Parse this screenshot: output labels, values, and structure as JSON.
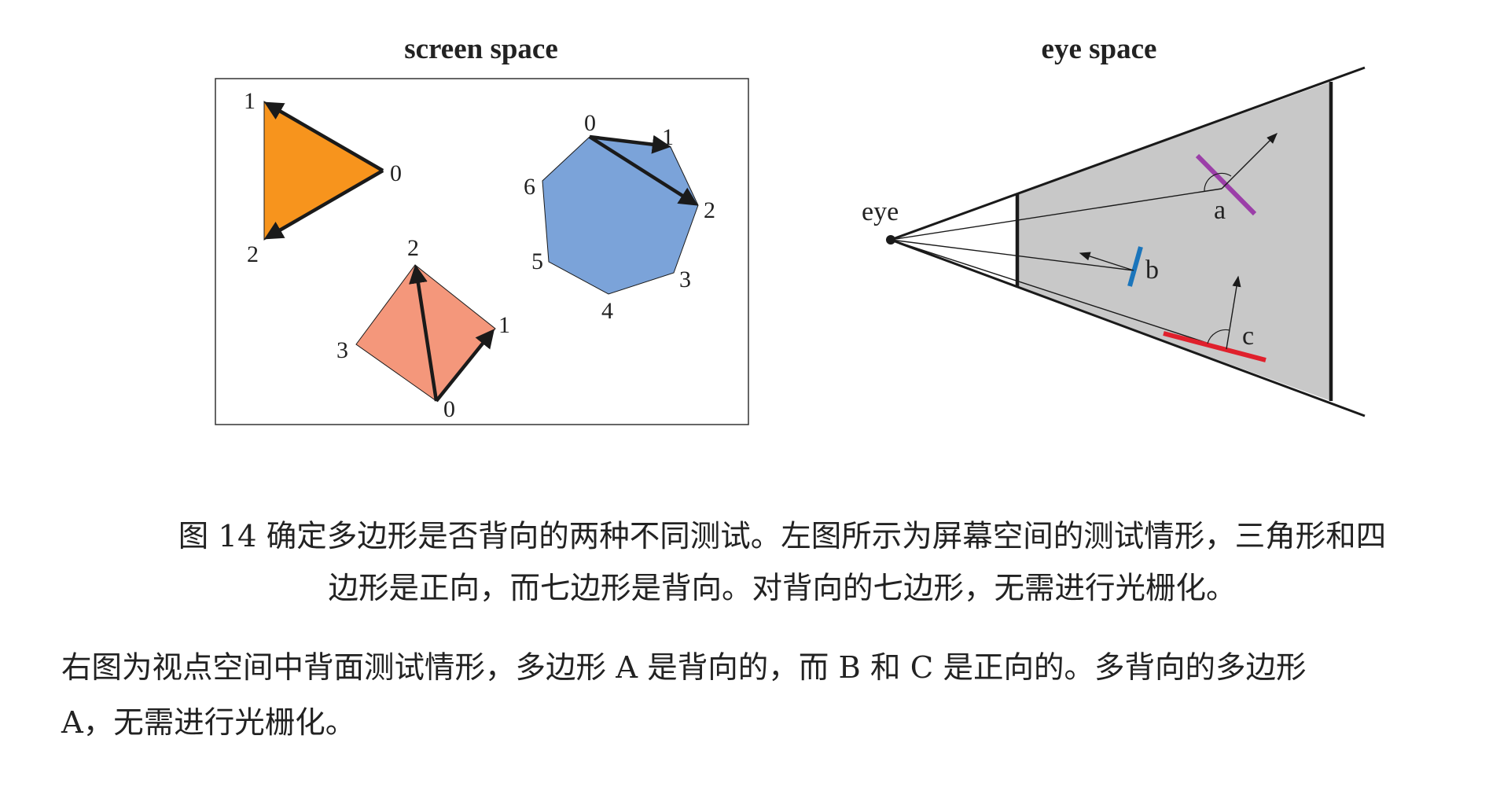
{
  "figure": {
    "left_title": "screen space",
    "right_title": "eye space",
    "triangle_labels": [
      "0",
      "1",
      "2"
    ],
    "quad_labels": [
      "0",
      "1",
      "2",
      "3"
    ],
    "heptagon_labels": [
      "0",
      "1",
      "2",
      "3",
      "4",
      "5",
      "6"
    ],
    "eye_label": "eye",
    "polygon_labels": {
      "a": "a",
      "b": "b",
      "c": "c"
    },
    "colors": {
      "triangle": "#F7941D",
      "quad": "#F4977B",
      "heptagon": "#7BA3D9",
      "frustum": "#C8C8C8",
      "poly_a": "#9B3FA8",
      "poly_b": "#1B75BB",
      "poly_c": "#E0202C"
    }
  },
  "caption": {
    "line1": "图 14  确定多边形是否背向的两种不同测试。左图所示为屏幕空间的测试情形，三角形和四",
    "line2": "边形是正向，而七边形是背向。对背向的七边形，无需进行光栅化。"
  },
  "body": {
    "line1": "右图为视点空间中背面测试情形，多边形 A 是背向的，而 B 和 C 是正向的。多背向的多边形",
    "line2": "A，无需进行光栅化。"
  }
}
